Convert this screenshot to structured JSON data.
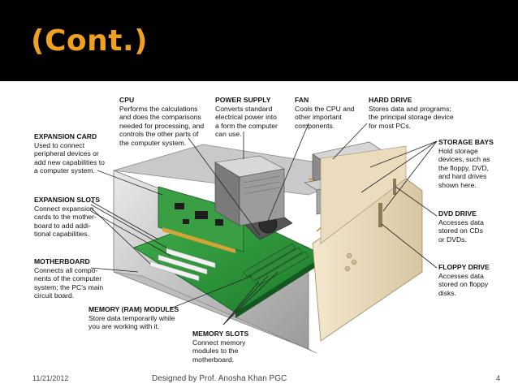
{
  "slide": {
    "title": "(Cont.)",
    "footer_date": "11/21/2012",
    "footer_credit": "Designed by Prof. Anosha Khan PGC",
    "page_number": "4",
    "title_color": "#f0a020"
  },
  "labels": {
    "cpu": {
      "heading": "CPU",
      "text": "Performs the calculations\nand does the comparisons\nneeded for processing, and\ncontrols the other parts of\nthe computer system."
    },
    "power_supply": {
      "heading": "POWER SUPPLY",
      "text": "Converts standard\nelectrical power into\na form the computer\ncan use."
    },
    "fan": {
      "heading": "FAN",
      "text": "Cools the CPU and\nother important\ncomponents."
    },
    "hard_drive": {
      "heading": "HARD DRIVE",
      "text": "Stores data and programs;\nthe principal storage device\nfor most PCs."
    },
    "expansion_card": {
      "heading": "EXPANSION CARD",
      "text": "Used to connect\nperipheral devices or\nadd new capabilities to\na computer system."
    },
    "storage_bays": {
      "heading": "STORAGE BAYS",
      "text": "Hold storage\ndevices, such as\nthe floppy, DVD,\nand hard drives\nshown here."
    },
    "expansion_slots": {
      "heading": "EXPANSION SLOTS",
      "text": "Connect expansion\ncards to the mother-\nboard to add addi-\ntional capabilities."
    },
    "dvd_drive": {
      "heading": "DVD DRIVE",
      "text": "Accesses data\nstored on CDs\nor DVDs."
    },
    "motherboard": {
      "heading": "MOTHERBOARD",
      "text": "Connects all compo-\nnents of the computer\nsystem; the PC's main\ncircuit board."
    },
    "floppy_drive": {
      "heading": "FLOPPY DRIVE",
      "text": "Accesses data\nstored on floppy\ndisks."
    },
    "memory_modules": {
      "heading": "MEMORY (RAM) MODULES",
      "text": "Store data temporarily while\nyou are working with it."
    },
    "memory_slots": {
      "heading": "MEMORY SLOTS",
      "text": "Connect memory\nmodules to the\nmotherboard."
    }
  }
}
